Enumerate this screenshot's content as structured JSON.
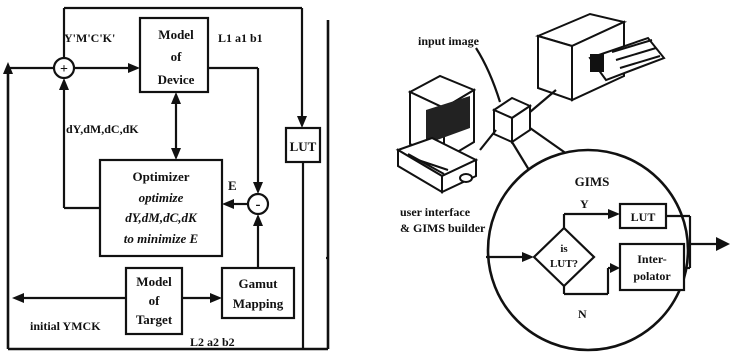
{
  "left": {
    "model_device": [
      "Model",
      "of",
      "Device"
    ],
    "model_target": [
      "Model",
      "of",
      "Target"
    ],
    "optimizer": {
      "title": "Optimizer",
      "lines": [
        "optimize",
        "dY,dM,dC,dK",
        "to minimize E"
      ]
    },
    "gamut": [
      "Gamut",
      "Mapping"
    ],
    "lut": "LUT",
    "sum_plus": "+",
    "sum_minus": "-",
    "label_ymck_prime": "Y'M'C'K'",
    "label_l1": "L1  a1  b1",
    "label_deltas": "dY,dM,dC,dK",
    "label_e": "E",
    "label_l2": "L2  a2  b2",
    "label_initial": "initial  YMCK"
  },
  "right": {
    "input_image": "input image",
    "user_interface": [
      "user interface",
      "& GIMS builder"
    ],
    "gims": "GIMS",
    "y": "Y",
    "n": "N",
    "decision": [
      "is",
      "LUT?"
    ],
    "lut": "LUT",
    "interpolator": [
      "Inter-",
      "polator"
    ]
  }
}
